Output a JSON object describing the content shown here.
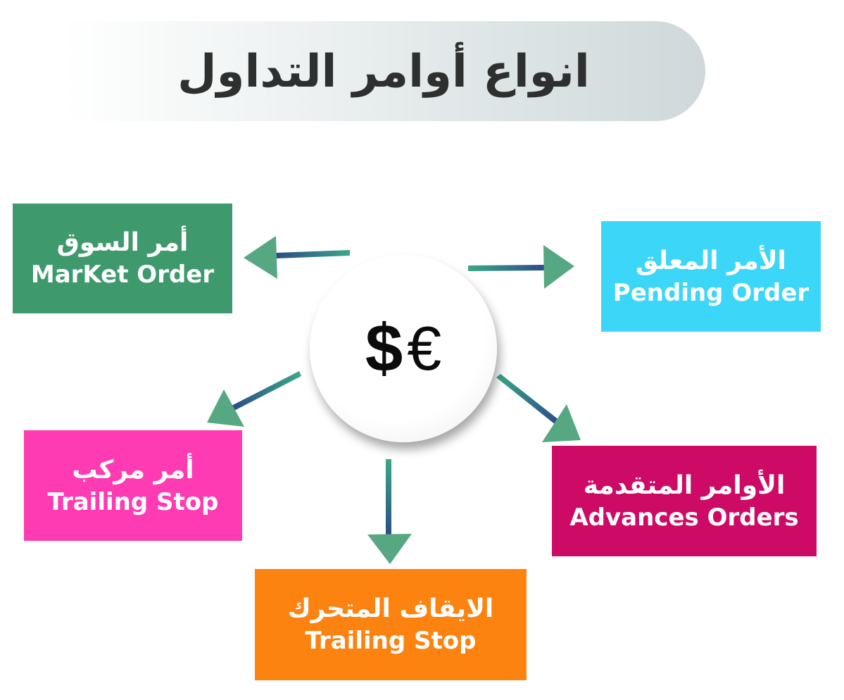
{
  "title": "انواع أوامر التداول",
  "center": {
    "symbol_dollar": "$",
    "symbol_euro": "€"
  },
  "boxes": {
    "market": {
      "arabic": "أمر السوق",
      "english": "MarKet Order",
      "color": "#3e9a6d"
    },
    "pending": {
      "arabic": "الأمر المعلق",
      "english": "Pending Order",
      "color": "#3cd6f9"
    },
    "composite": {
      "arabic": "أمر مركب",
      "english": "Trailing Stop",
      "color": "#fe3bb3"
    },
    "advanced": {
      "arabic": "الأوامر المتقدمة",
      "english": "Advances Orders",
      "color": "#cd0a66"
    },
    "trailing": {
      "arabic": "الايقاف المتحرك",
      "english": "Trailing Stop",
      "color": "#fd8311"
    }
  },
  "colors": {
    "arrow_head": "#55a882",
    "arrow_shaft_light": "#3aa886",
    "arrow_shaft_dark": "#2c4a8a"
  }
}
